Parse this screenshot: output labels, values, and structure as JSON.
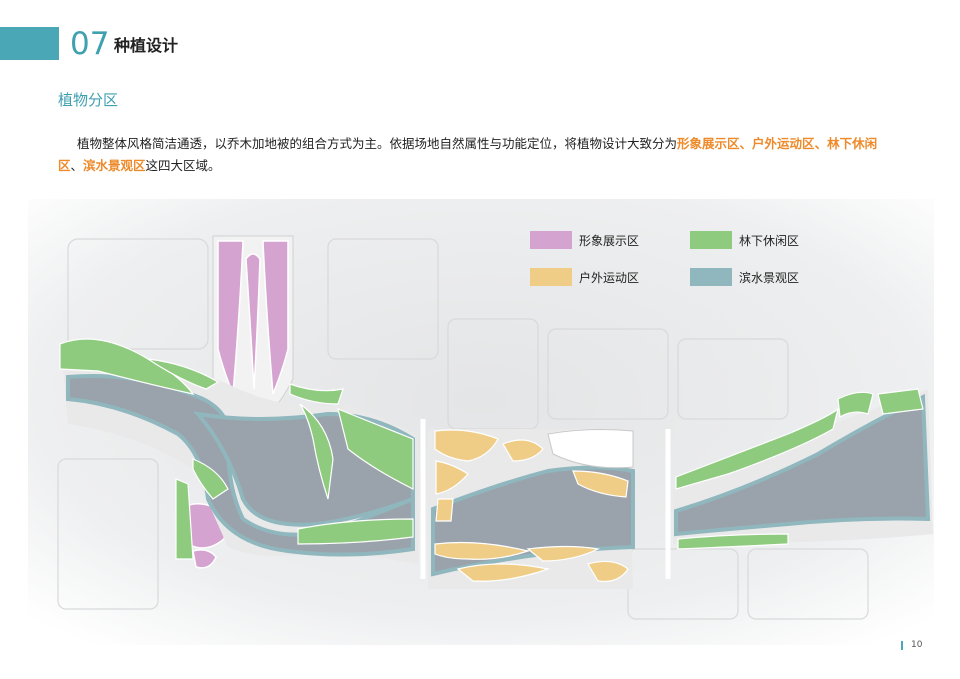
{
  "header": {
    "number": "07",
    "title": "种植设计"
  },
  "section_title": "植物分区",
  "intro": {
    "text_before": "植物整体风格简洁通透，以乔木加地被的组合方式为主。依据场地自然属性与功能定位，将植物设计大致分为",
    "zone1": "形象展示区",
    "sep1": "、",
    "zone2": "户外运动区",
    "sep2": "、",
    "zone3": "林下休闲区",
    "sep3": "、",
    "zone4": "滨水景观区",
    "text_after": "这四大区域。"
  },
  "legend": [
    {
      "label": "形象展示区",
      "color": "#d5a3cf"
    },
    {
      "label": "林下休闲区",
      "color": "#8fcb7f"
    },
    {
      "label": "户外运动区",
      "color": "#f0cd86"
    },
    {
      "label": "滨水景观区",
      "color": "#8fb7bd"
    }
  ],
  "colors": {
    "accent": "#4aa7b5",
    "highlight": "#ee8a2a",
    "water": "#9aa3ab",
    "river_edge": "#8fb7bd"
  },
  "page_number": "10"
}
